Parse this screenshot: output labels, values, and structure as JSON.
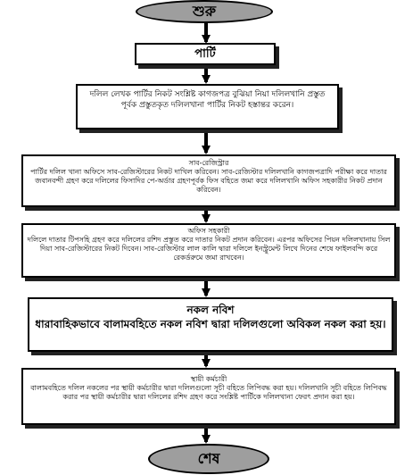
{
  "start": "শুরু",
  "end": "শেষ",
  "steps": [
    {
      "id": "party",
      "head": "পার্টি",
      "body": ""
    },
    {
      "id": "writer",
      "head": "",
      "body": "দলিল লেখক পার্টির নিকট সংশ্লিষ্ট কাগজপত্র বুঝিয়া নিয়া দলিলখানি প্রস্তুত পূর্বক প্রস্তুতকৃত দলিলখানা পার্টির নিকট হস্তান্তর করেন।"
    },
    {
      "id": "sub-registrar",
      "head": "সাব-রেজিস্ট্রার",
      "body": "পার্টির দলিল খানা অফিসে সাব-রেজিস্টারের নিকট দাখিল করিবেন। সাব-রেজিস্টার দলিলখানি কাগজপত্রাদি পরীক্ষা করে দাতার জবানবন্দী গ্রহণ করে দলিলের ফিসাদির পে-অর্ডার গ্রহণপূর্বক ফিস বহিতে জমা করে দলিলখানি অফিস সহকারীর নিকট প্রদান করিবেন।"
    },
    {
      "id": "office-assistant",
      "head": "অফিস সহকারী",
      "body": "দলিলে দাতার টিপসহি গ্রহণ করে দলিলের রশিদ প্রস্তুত করে দাতার নিকট প্রদান করিবেন। এরপর অফিসের পিয়ন দলিলখানায় সিল দিয়া সাব-রেজিস্টারের নিকট দিবেন। সাব-রেজিস্টার লাল কালি দ্বারা দলিলে ইনস্ট্রুমেন্ট লিখে দিনের শেষে ফাইলবন্দি করে রেকর্ডরুমে জমা রাখবেন।"
    },
    {
      "id": "copyist",
      "head": "নকল নবিশ",
      "body": "ধারাবাহিকভাবে বালামবহিতে নকল নবিশ দ্বারা দলিলগুলো অবিকল নকল করা হয়।"
    },
    {
      "id": "permanent-staff",
      "head": "স্থায়ী কর্মচারী",
      "body": "বালামবহিতে দলিল নকলের পর স্থায়ী কর্মচারীর দ্বারা দলিলগুলো সূচী বহিতে লিপিবদ্ধ করা হয়। দলিলখানি সূচী বহিতে লিপিবদ্ধ করার পর স্থায়ী কর্মচারীর দ্বারা দলিলের রশিদ গ্রহণ করে সংশ্লিষ্ট পার্টিকে দলিলখানা ফেরৎ প্রদান করা হয়।"
    }
  ]
}
